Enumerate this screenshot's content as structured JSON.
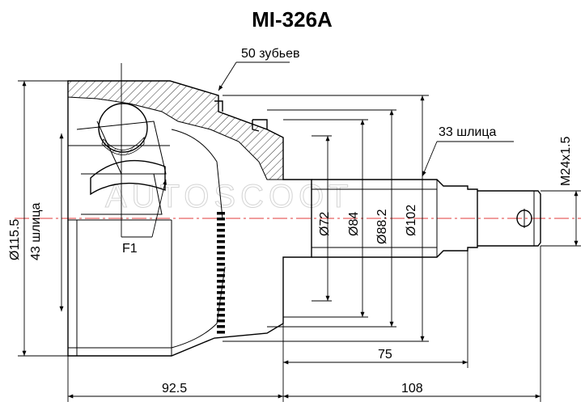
{
  "title": "MI-326A",
  "watermark": "AUTOSCOOT",
  "labels": {
    "teeth": "50 зубьев",
    "outer_splines": "33 шлица",
    "thread": "M24x1.5",
    "diameter_outer": "Ø115.5",
    "inner_splines": "43 шлица",
    "f1": "F1",
    "d72": "Ø72",
    "d84": "Ø84",
    "d88": "Ø88.2",
    "d102": "Ø102",
    "len_75": "75",
    "len_92": "92.5",
    "len_108": "108"
  }
}
